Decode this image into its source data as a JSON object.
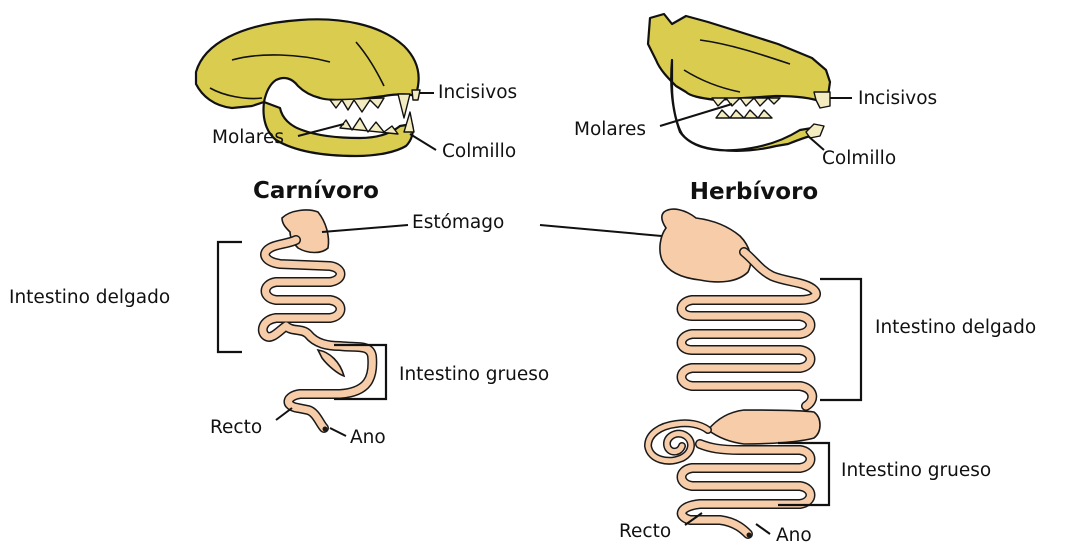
{
  "colors": {
    "skull": "#d9cc4f",
    "gut": "#f7cda9",
    "outline": "#1a1a1a",
    "tooth": "#f2ecc0"
  },
  "carnivore": {
    "title": "Carnívoro",
    "labels": {
      "incisors": "Incisivos",
      "molars": "Molares",
      "canine": "Colmillo",
      "small_intestine": "Intestino delgado",
      "large_intestine": "Intestino grueso",
      "rectum": "Recto",
      "anus": "Ano"
    }
  },
  "herbivore": {
    "title": "Herbívoro",
    "labels": {
      "incisors": "Incisivos",
      "molars": "Molares",
      "canine": "Colmillo",
      "small_intestine": "Intestino delgado",
      "large_intestine": "Intestino grueso",
      "rectum": "Recto",
      "anus": "Ano"
    }
  },
  "shared": {
    "stomach": "Estómago"
  }
}
